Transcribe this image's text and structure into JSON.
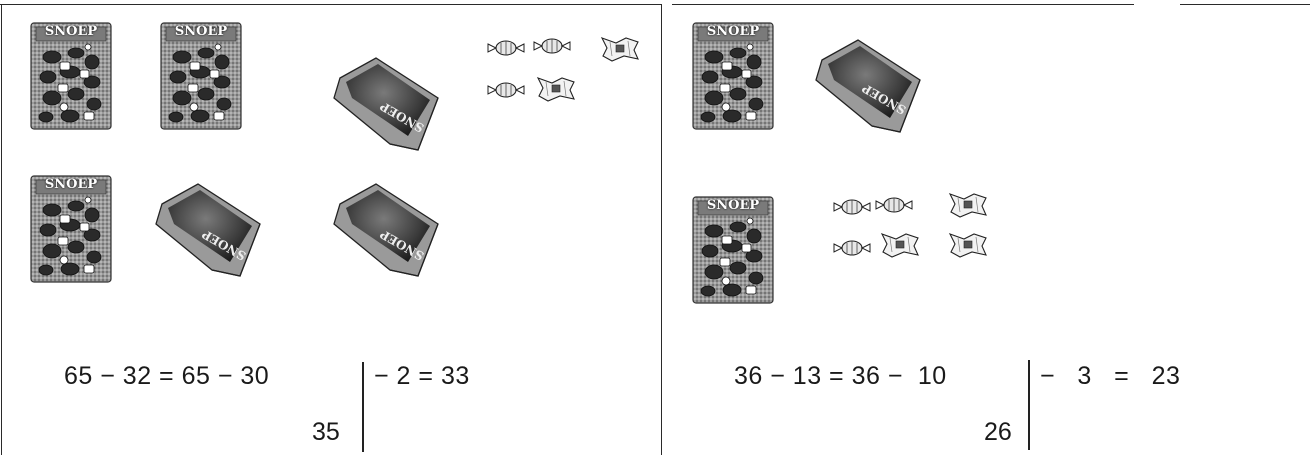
{
  "bag_label": "SNOEP",
  "colors": {
    "ink": "#1a1a1a",
    "bag_fill": "#8a8a8a",
    "bag_dark": "#3a3a3a",
    "paper": "#ffffff"
  },
  "icons": [
    "closed-candy-bag-icon",
    "open-candy-bag-icon",
    "wrapped-candy-icon",
    "candy-wrapper-icon"
  ],
  "left_panel": {
    "equation": {
      "start": "65 − 32 = 65 − 30",
      "rest": "− 2 = 33",
      "intermediate": "35"
    }
  },
  "right_panel": {
    "equation": {
      "start": "36 − 13 = 36 −  10",
      "rest": "−   3   =   23",
      "intermediate": "26"
    }
  }
}
